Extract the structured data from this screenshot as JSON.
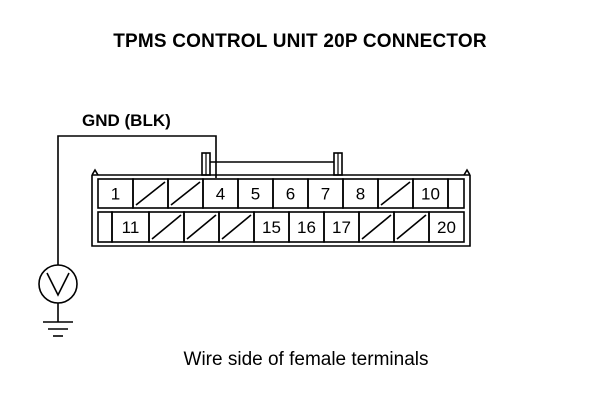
{
  "title": "TPMS CONTROL UNIT 20P CONNECTOR",
  "probe_label": "GND (BLK)",
  "caption": "Wire side of female terminals",
  "meter_icon": "voltmeter-icon",
  "ground_icon": "ground-icon",
  "connector": {
    "top_row": [
      "1",
      "",
      "",
      "4",
      "5",
      "6",
      "7",
      "8",
      "",
      "10"
    ],
    "bottom_row": [
      "11",
      "",
      "",
      "",
      "15",
      "16",
      "17",
      "",
      "",
      "20"
    ]
  }
}
